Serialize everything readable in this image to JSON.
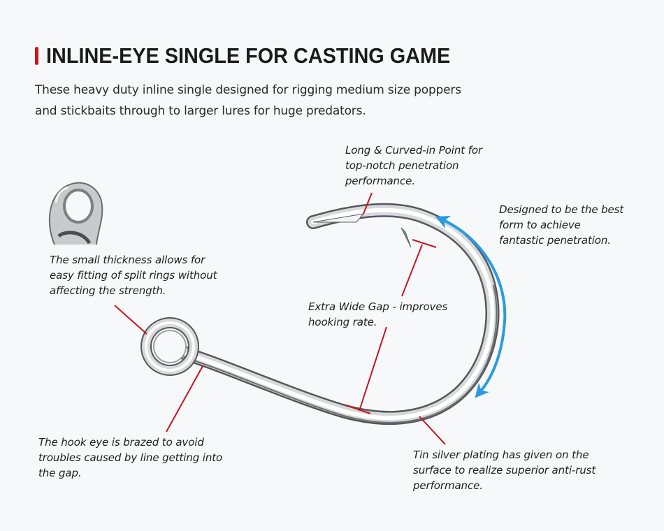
{
  "header": {
    "title": "INLINE-EYE SINGLE FOR CASTING GAME",
    "accent_color": "#d0121b",
    "intro_lines": [
      "These heavy duty inline single designed for rigging medium size poppers",
      "and stickbaits through to larger lures for huge predators."
    ]
  },
  "diagram": {
    "leader_color": "#c8141e",
    "arrow_color": "#2b9be0",
    "callouts": {
      "point": {
        "lines": [
          "Long & Curved-in Point for",
          "top-notch penetration",
          "performance."
        ]
      },
      "form": {
        "lines": [
          "Designed to be the best",
          "form to achieve",
          "fantastic penetration."
        ]
      },
      "thickness": {
        "lines": [
          "The small thickness allows for",
          "easy fitting of split rings without",
          "affecting the strength."
        ]
      },
      "gap": {
        "lines": [
          "Extra Wide Gap - improves",
          "hooking rate."
        ]
      },
      "eye": {
        "lines": [
          "The hook eye is brazed to avoid",
          "troubles caused by line getting into",
          "the gap."
        ]
      },
      "plating": {
        "lines": [
          "Tin silver plating has given on the",
          "surface to realize superior anti-rust",
          "performance."
        ]
      }
    }
  }
}
